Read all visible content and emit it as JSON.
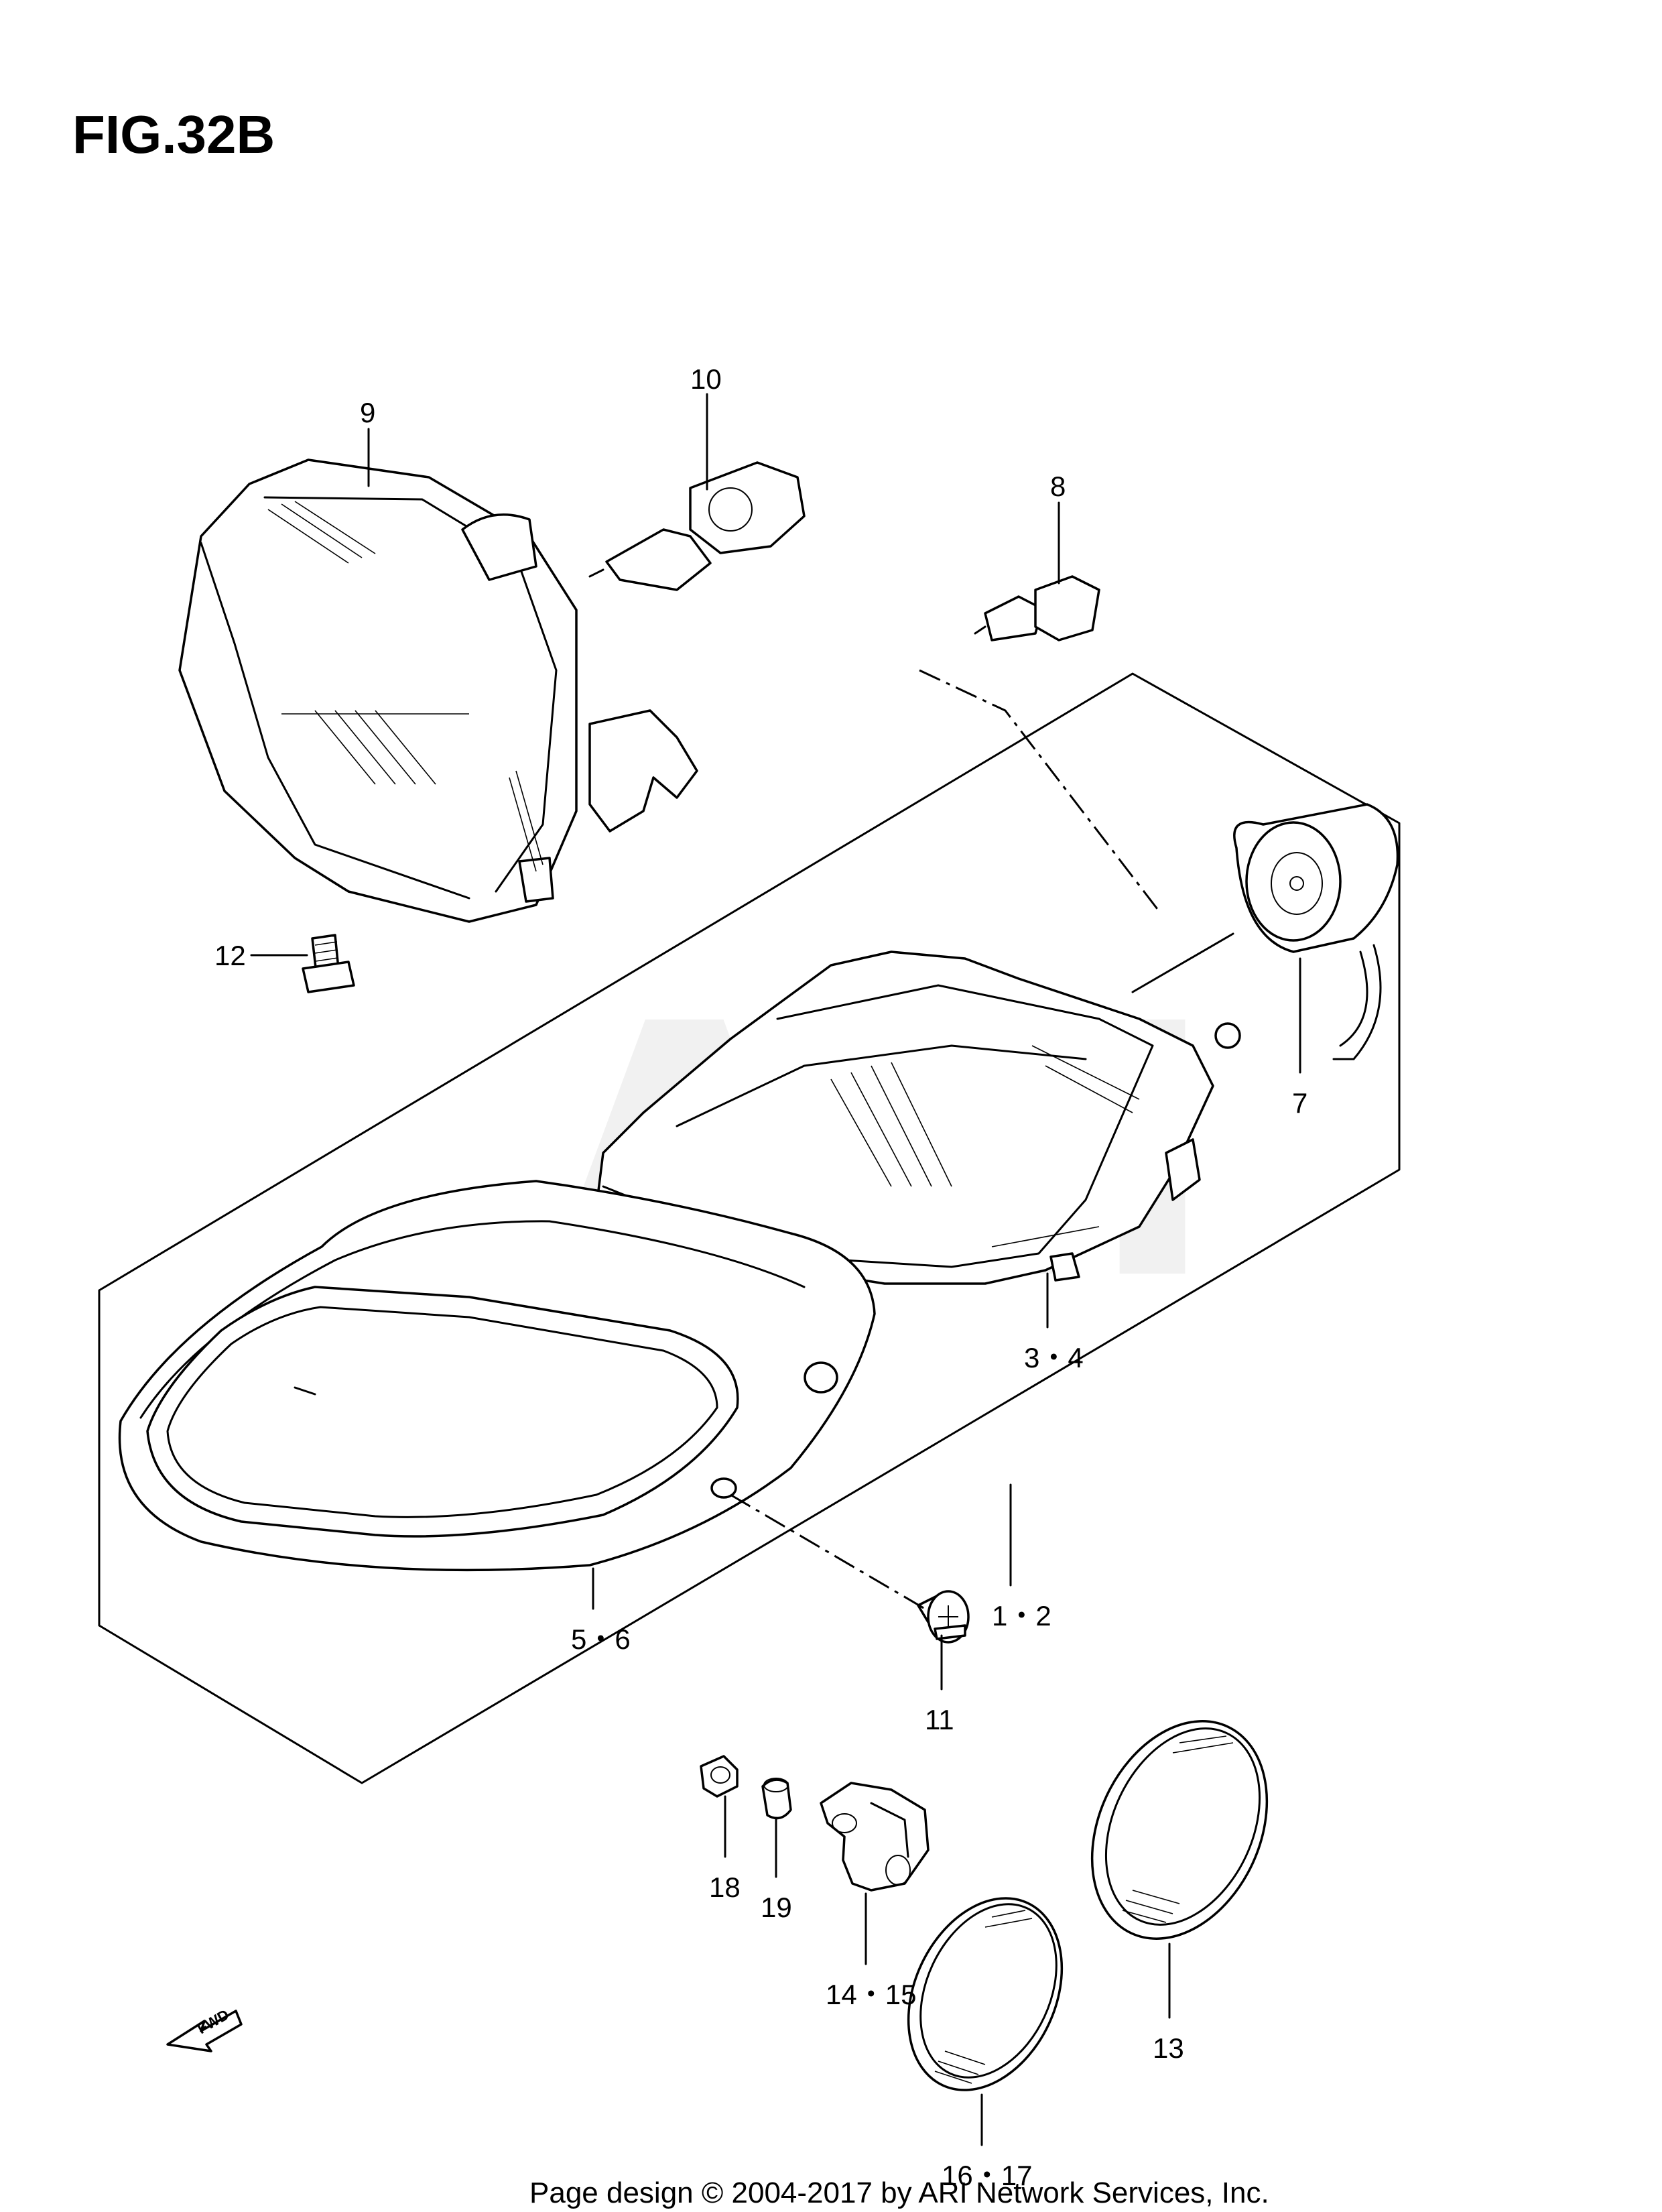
{
  "figure": {
    "title": "FIG.32B",
    "watermark": "ARI"
  },
  "callouts": {
    "c1": "1・2",
    "c2": "3・4",
    "c3": "5・6",
    "c4": "7",
    "c5": "8",
    "c6": "9",
    "c7": "10",
    "c8": "11",
    "c9": "12",
    "c10": "13",
    "c11": "14・15",
    "c12": "16・17",
    "c13": "18",
    "c14": "19"
  },
  "fwd_label": "FWD",
  "footer": "Page design © 2004-2017 by ARI Network Services, Inc."
}
